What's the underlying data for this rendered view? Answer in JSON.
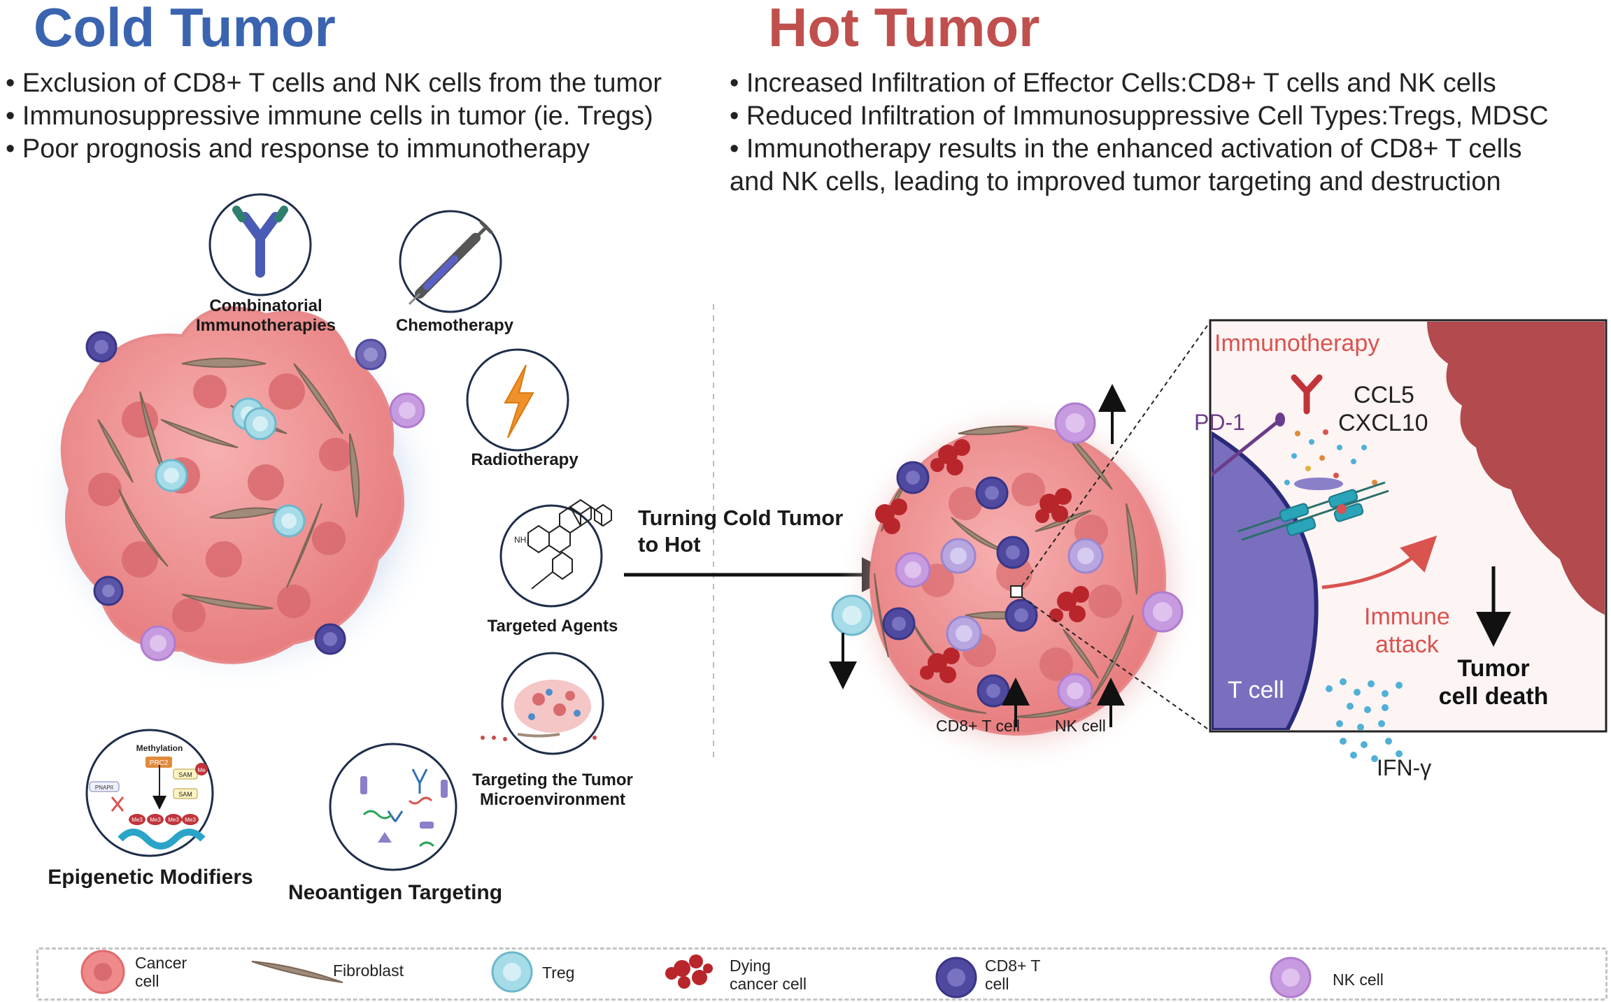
{
  "cold": {
    "title": "Cold Tumor",
    "bullets": [
      "• Exclusion of CD8+ T cells and NK cells from the tumor",
      "• Immunosuppressive immune cells in tumor (ie. Tregs)",
      "• Poor prognosis and response to immunotherapy"
    ]
  },
  "hot": {
    "title": "Hot Tumor",
    "bullets": [
      "• Increased Infiltration of Effector Cells:CD8+ T cells and NK cells",
      "• Reduced Infiltration of Immunosuppressive Cell Types:Tregs, MDSC",
      "• Immunotherapy results in the enhanced activation of CD8+ T cells",
      "and NK cells, leading to improved tumor targeting and destruction"
    ]
  },
  "therapies": {
    "combinatorial": [
      "Combinatorial",
      "Immunotherapies"
    ],
    "chemotherapy": "Chemotherapy",
    "radiotherapy": "Radiotherapy",
    "targeted_agents": "Targeted Agents",
    "microenvironment": [
      "Targeting the Tumor",
      "Microenvironment"
    ],
    "epigenetic": "Epigenetic Modifiers",
    "neoantigen": "Neoantigen Targeting"
  },
  "epigenetic_icon": {
    "methylation": "Methylation",
    "prc2": "PRC2",
    "sam": "SAM",
    "me": "Me",
    "me3": "Me3",
    "pnapii": "PNAPII"
  },
  "molecule_label": "NH₂",
  "arrow_label": [
    "Turning Cold Tumor",
    "to Hot"
  ],
  "hot_labels": {
    "cd8": "CD8+ T cell",
    "nk": "NK cell"
  },
  "zoom": {
    "immunotherapy": "Immunotherapy",
    "pd1": "PD-1",
    "ccl5": "CCL5",
    "cxcl10": "CXCL10",
    "t_cell": "T cell",
    "immune_attack": [
      "Immune",
      "attack"
    ],
    "tumor_death": [
      "Tumor",
      "cell death"
    ],
    "ifn": "IFN-γ"
  },
  "legend": [
    {
      "icon": "cancer-cell-icon",
      "label": [
        "Cancer",
        "cell"
      ]
    },
    {
      "icon": "fibroblast-icon",
      "label": [
        "Fibroblast"
      ]
    },
    {
      "icon": "treg-icon",
      "label": [
        "Treg"
      ]
    },
    {
      "icon": "dying-cancer-cell-icon",
      "label": [
        "Dying",
        "cancer cell"
      ]
    },
    {
      "icon": "cd8-t-cell-icon",
      "label": [
        "CD8+ T",
        "cell"
      ]
    },
    {
      "icon": "nk-cell-icon",
      "label": [
        "NK cell"
      ]
    }
  ],
  "colors": {
    "cold_title": "#3a64b0",
    "hot_title": "#c0504d",
    "cancer_cell": "#ef8a8a",
    "fibroblast": "#a08b7a",
    "treg": "#a6dbe8",
    "dying_cell": "#b8262b",
    "cd8": "#4f4aa0",
    "nk": "#c79be0",
    "t_cell_body": "#7a6fbf",
    "tumor_body": "#b24a4e"
  }
}
